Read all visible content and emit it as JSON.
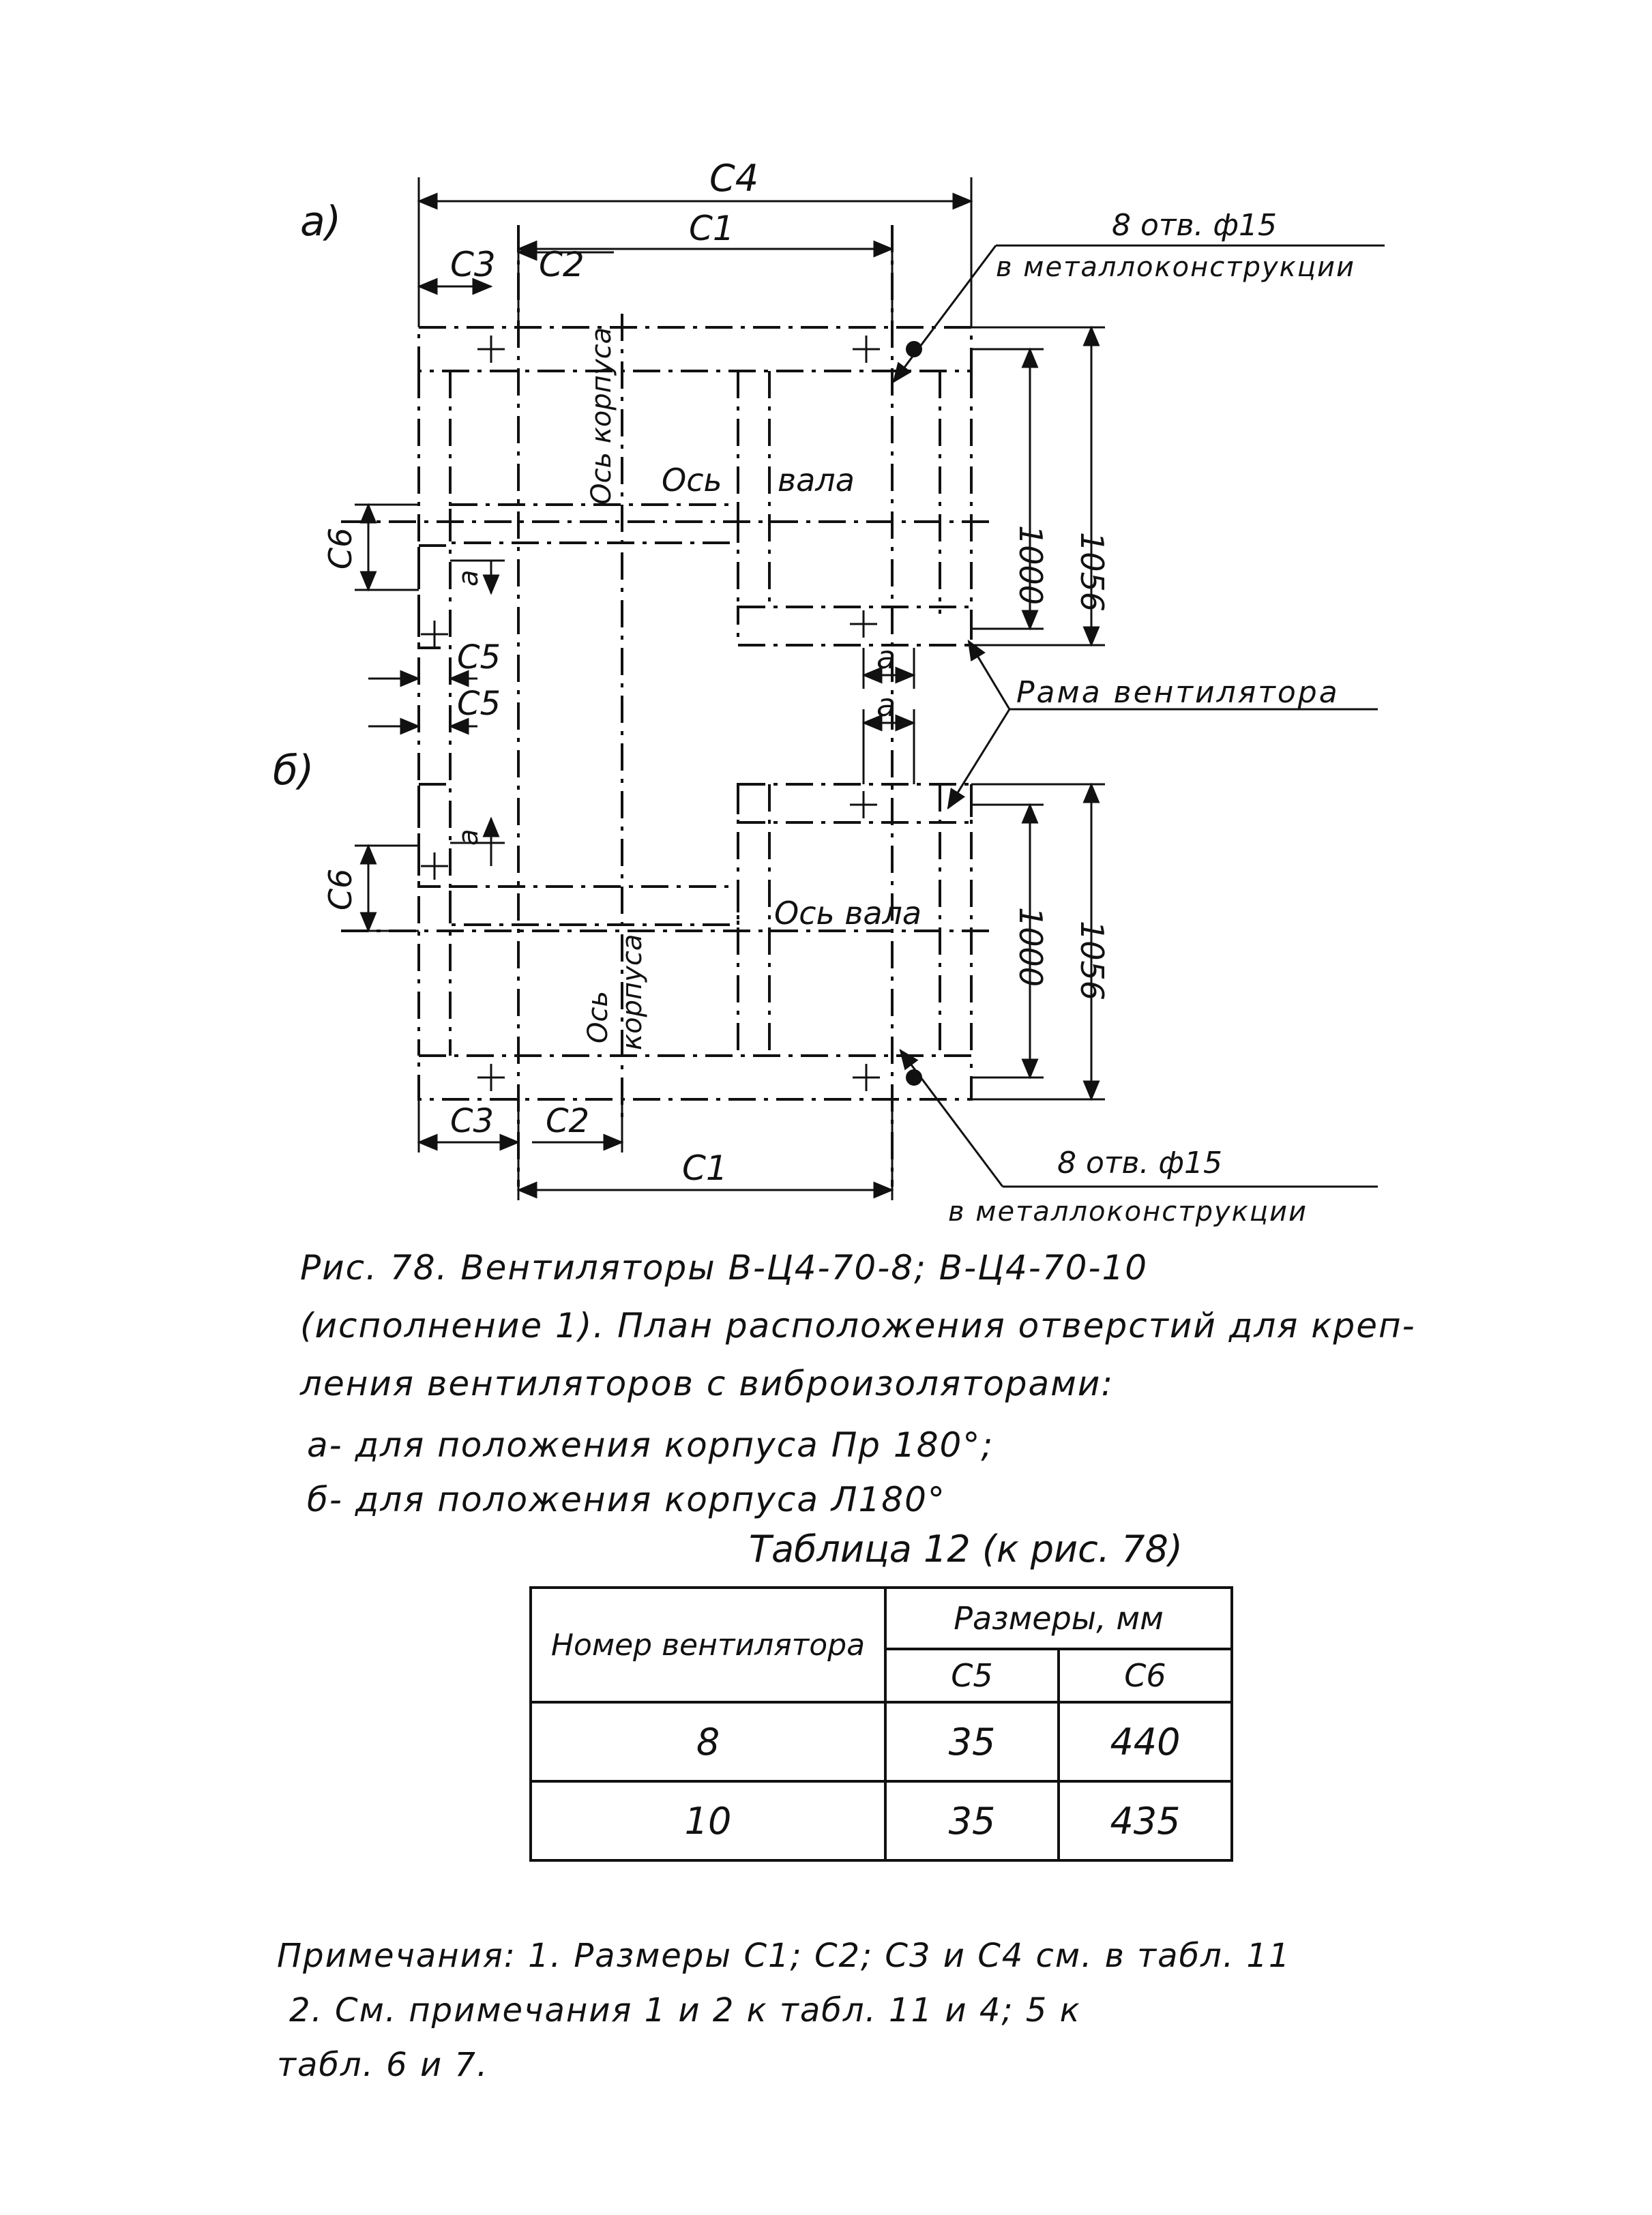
{
  "figure": {
    "label_a": "а)",
    "label_b": "б)",
    "dim_c4": "C4",
    "dim_c1": "C1",
    "dim_c3": "C3",
    "dim_c2": "C2",
    "dim_c5": "C5",
    "dim_c6": "C6",
    "dim_a": "a",
    "dim_1000": "1000",
    "dim_1056": "1056",
    "holes_label": "8 отв. ф15",
    "holes_sub": "в металлоконструкции",
    "axis_body": "Ось корпуса",
    "axis_body_line1": "Ось",
    "axis_body_line2": "корпуса",
    "axis_shaft_word1": "Ось",
    "axis_shaft_word2": "вала",
    "axis_shaft": "Ось вала",
    "frame_label": "Рама вентилятора"
  },
  "caption": {
    "line1": "Рис. 78. Вентиляторы В-Ц4-70-8; В-Ц4-70-10",
    "line2": "(исполнение 1). План расположения отверстий для креп-",
    "line3": "ления вентиляторов с виброизоляторами:",
    "line4": "а- для положения корпуса Пр 180°;",
    "line5": "б- для положения корпуса Л180°"
  },
  "table": {
    "title": "Таблица 12 (к рис. 78)",
    "col_fan": "Номер вентилятора",
    "col_sizes": "Размеры, мм",
    "col_c5": "C5",
    "col_c6": "C6",
    "rows": [
      {
        "fan": "8",
        "c5": "35",
        "c6": "440"
      },
      {
        "fan": "10",
        "c5": "35",
        "c6": "435"
      }
    ]
  },
  "notes": {
    "line1": "Примечания: 1. Размеры С1; С2; С3 и С4 см. в табл. 11",
    "line2": "2. См. примечания 1 и 2 к табл. 11  и 4; 5 к",
    "line3": "табл. 6 и 7."
  }
}
